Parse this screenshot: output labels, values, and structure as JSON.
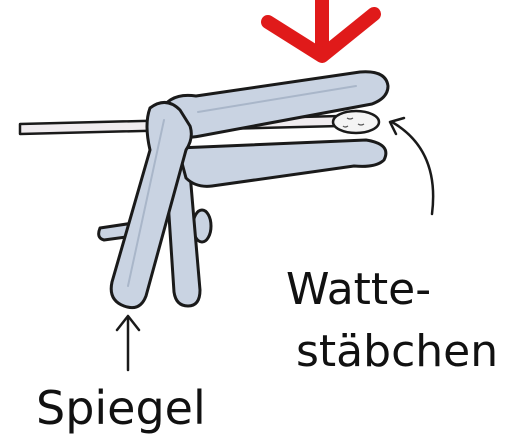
{
  "labels": {
    "speculum": "Spiegel",
    "swab_line1": "Watte-",
    "swab_line2": "stäbchen"
  },
  "colors": {
    "instrument_fill": "#c9d3e2",
    "instrument_dark": "#a9b6c9",
    "outline": "#1a1a1a",
    "arrow_red": "#e01a1a",
    "cotton": "#f4f4f4"
  },
  "icons": {
    "top_arrow": "red-down-arrow-icon",
    "speculum_pointer": "up-arrow-icon",
    "swab_pointer": "curved-arrow-icon"
  }
}
